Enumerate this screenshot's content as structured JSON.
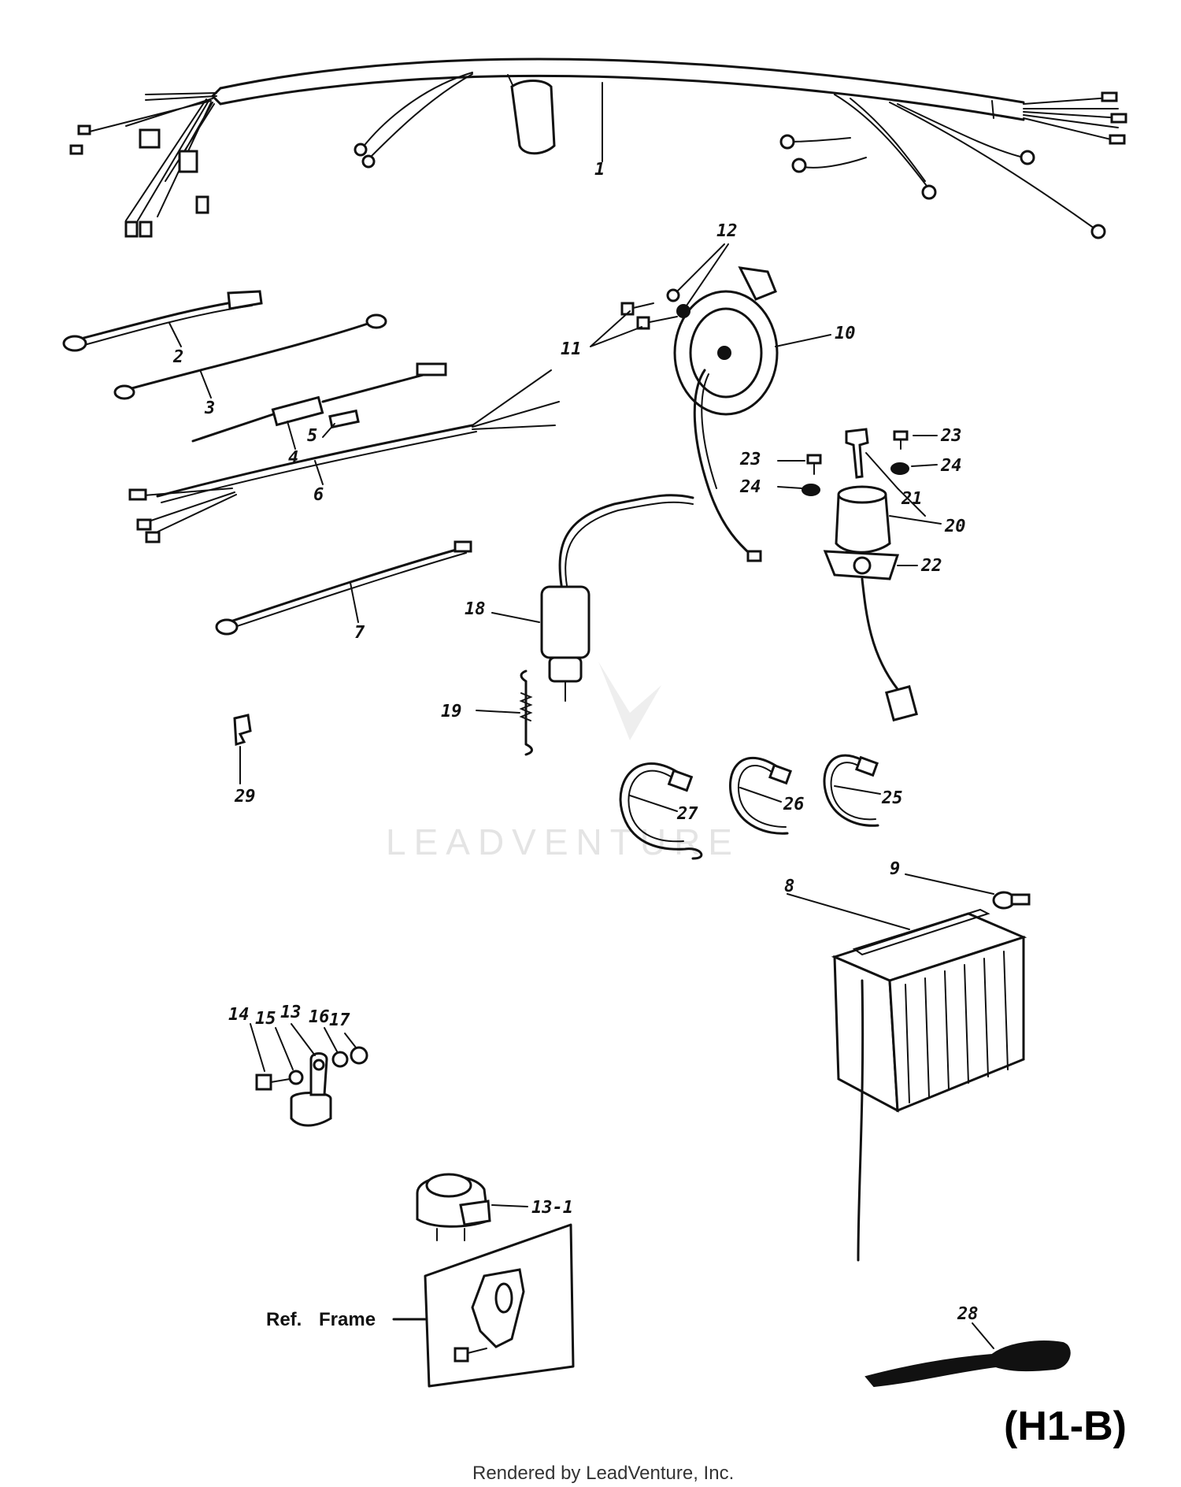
{
  "watermark": {
    "text": "LEADVENTURE"
  },
  "diagram_code": "(H1-B)",
  "credit": "Rendered by LeadVenture, Inc.",
  "ref_label": {
    "prefix": "Ref.",
    "text": "Frame"
  },
  "callouts": {
    "c1": "1",
    "c2": "2",
    "c3": "3",
    "c4": "4",
    "c5": "5",
    "c6": "6",
    "c7": "7",
    "c8": "8",
    "c9": "9",
    "c10": "10",
    "c11": "11",
    "c12": "12",
    "c13": "13",
    "c13_1": "13-1",
    "c14": "14",
    "c15": "15",
    "c16": "16",
    "c17": "17",
    "c18": "18",
    "c19": "19",
    "c20": "20",
    "c21": "21",
    "c22": "22",
    "c23a": "23",
    "c23b": "23",
    "c24a": "24",
    "c24b": "24",
    "c25": "25",
    "c26": "26",
    "c27": "27",
    "c28": "28",
    "c29": "29"
  }
}
